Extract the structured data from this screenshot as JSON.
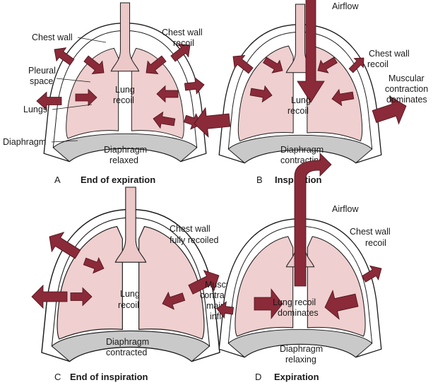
{
  "colors": {
    "arrow": "#8b2a39",
    "lung": "#efcfcf",
    "trachea": "#ecc8c8",
    "wall": "#ffffff",
    "diaphragm_shade": "#c9c9c9",
    "outline": "#1a1a1a"
  },
  "panels": [
    {
      "id": "A",
      "letter": "A",
      "title": "End of expiration",
      "labels": {
        "chest_wall": "Chest wall",
        "chest_wall_recoil_1": "Chest wall",
        "chest_wall_recoil_2": "recoil",
        "pleural_space_1": "Pleural",
        "pleural_space_2": "space",
        "lungs": "Lungs",
        "diaphragm": "Diaphragm",
        "lung_recoil_1": "Lung",
        "lung_recoil_2": "recoil",
        "diaphragm_state_1": "Diaphragm",
        "diaphragm_state_2": "relaxed"
      }
    },
    {
      "id": "B",
      "letter": "B",
      "title": "Inspiration",
      "labels": {
        "airflow": "Airflow",
        "chest_wall_recoil_1": "Chest wall",
        "chest_wall_recoil_2": "recoil",
        "muscular_1": "Muscular",
        "muscular_2": "contraction",
        "muscular_3": "dominates",
        "lung_recoil_1": "Lung",
        "lung_recoil_2": "recoil",
        "diaphragm_state_1": "Diaphragm",
        "diaphragm_state_2": "contracting"
      }
    },
    {
      "id": "C",
      "letter": "C",
      "title": "End of inspiration",
      "labels": {
        "chest_wall_1": "Chest wall",
        "chest_wall_2": "fully recoiled",
        "muscular_1": "Muscular",
        "muscular_2": "contraction",
        "muscular_3": "maintains",
        "muscular_4": "inflation",
        "lung_recoil_1": "Lung",
        "lung_recoil_2": "recoil",
        "diaphragm_state_1": "Diaphragm",
        "diaphragm_state_2": "contracted"
      }
    },
    {
      "id": "D",
      "letter": "D",
      "title": "Expiration",
      "labels": {
        "airflow": "Airflow",
        "chest_wall_recoil_1": "Chest wall",
        "chest_wall_recoil_2": "recoil",
        "lung_recoil_1": "Lung recoil",
        "lung_recoil_2": "dominates",
        "diaphragm_state_1": "Diaphragm",
        "diaphragm_state_2": "relaxing"
      }
    }
  ]
}
